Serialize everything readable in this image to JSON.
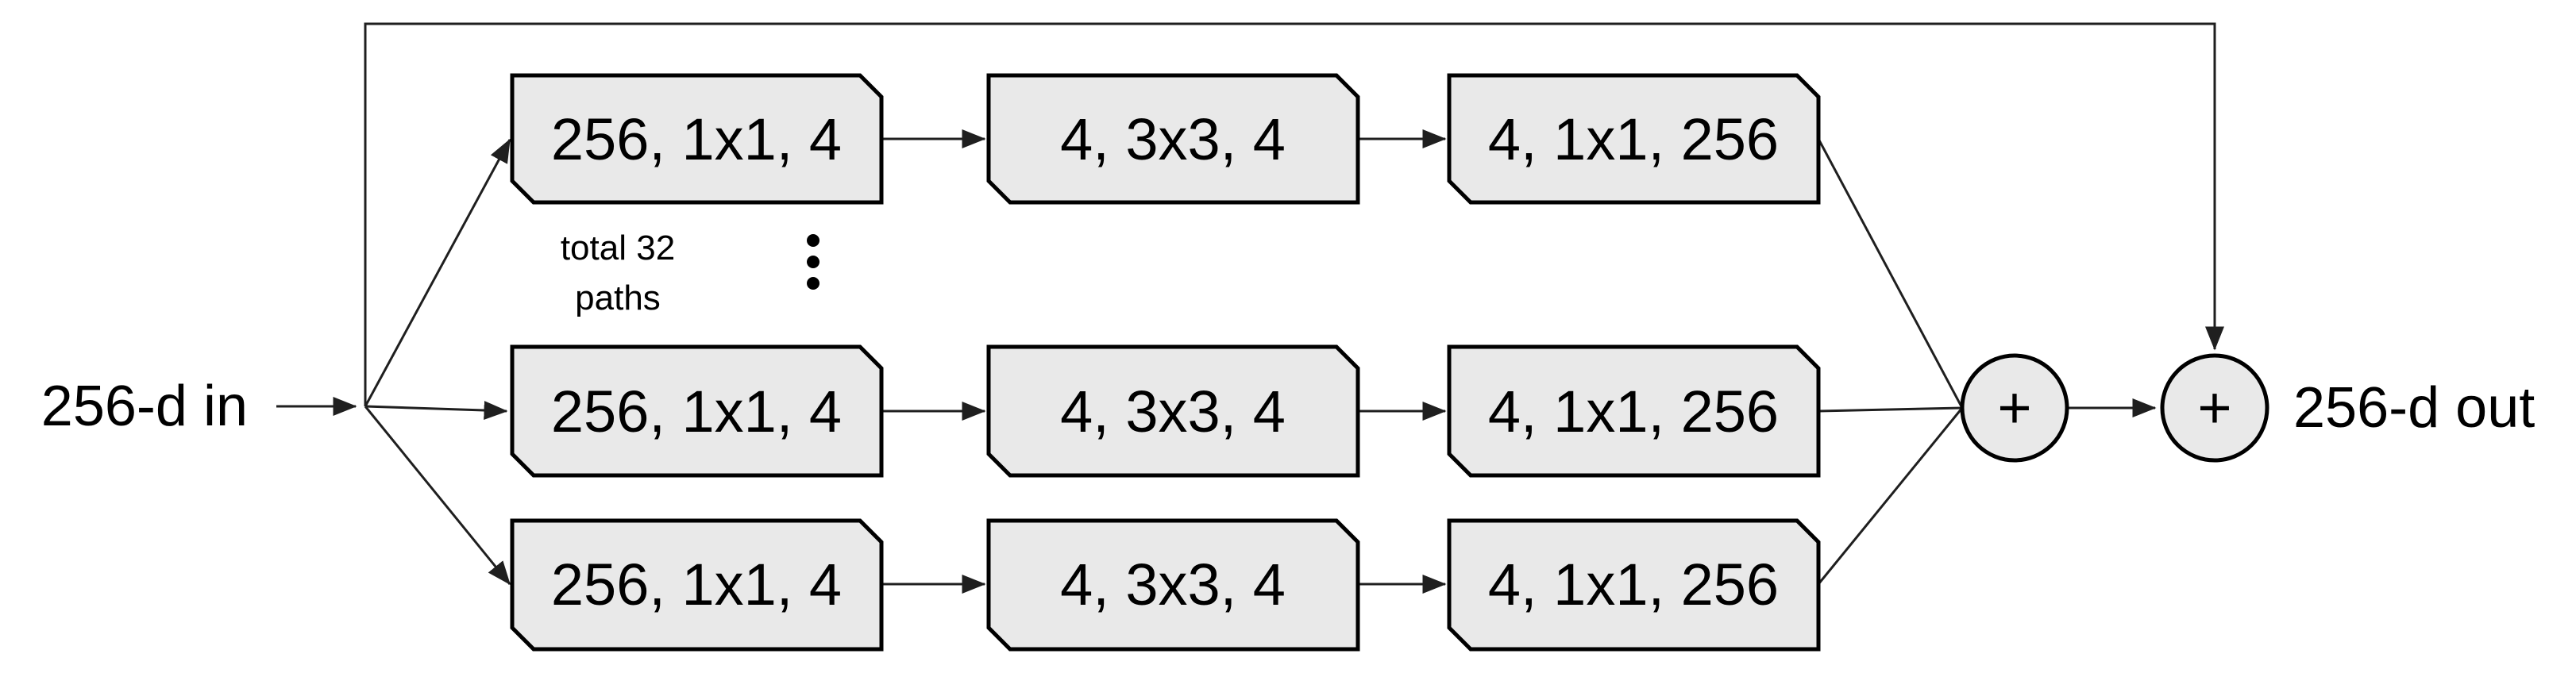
{
  "colors": {
    "background": "#ffffff",
    "block_fill": "#e9e9e9",
    "block_stroke": "#000000",
    "line": "#1f1f1f",
    "text": "#000000"
  },
  "diagram": {
    "input_label": "256-d in",
    "output_label": "256-d out",
    "annotation": {
      "line1": "total 32",
      "line2": "paths"
    },
    "ellipsis_icon": "vertical-three-dots",
    "sum_icon": "plus-in-circle",
    "sum_symbol": "+",
    "rows": [
      {
        "blocks": [
          "256, 1x1, 4",
          "4, 3x3, 4",
          "4, 1x1, 256"
        ]
      },
      {
        "blocks": [
          "256, 1x1, 4",
          "4, 3x3, 4",
          "4, 1x1, 256"
        ]
      },
      {
        "blocks": [
          "256, 1x1, 4",
          "4, 3x3, 4",
          "4, 1x1, 256"
        ]
      }
    ]
  }
}
